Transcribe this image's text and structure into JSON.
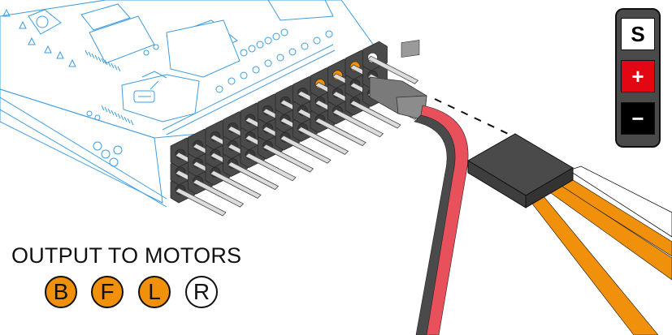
{
  "diagram": {
    "title": "OUTPUT TO MOTORS",
    "motor_outputs": [
      {
        "label": "B",
        "active": true
      },
      {
        "label": "F",
        "active": true
      },
      {
        "label": "L",
        "active": true
      },
      {
        "label": "R",
        "active": false
      }
    ],
    "pin_legend": [
      {
        "label": "S",
        "meaning": "signal",
        "color": "#ffffff"
      },
      {
        "label": "+",
        "meaning": "power",
        "color": "#e30613"
      },
      {
        "label": "−",
        "meaning": "ground",
        "color": "#000000"
      }
    ],
    "colors": {
      "active_badge": "#f0900b",
      "board_lines": "#3d9de0",
      "signal_wire": "#f0900b",
      "power_wire": "#e8505b",
      "ground_wire": "#4a4a4a",
      "header_block": "#4a4a4a"
    },
    "parts": {
      "board": "flight controller board (line art)",
      "header": "right-angle pin header",
      "plug_attached": "servo plug (red/black)",
      "plug_detached": "3-wire connector (orange/white)"
    }
  }
}
